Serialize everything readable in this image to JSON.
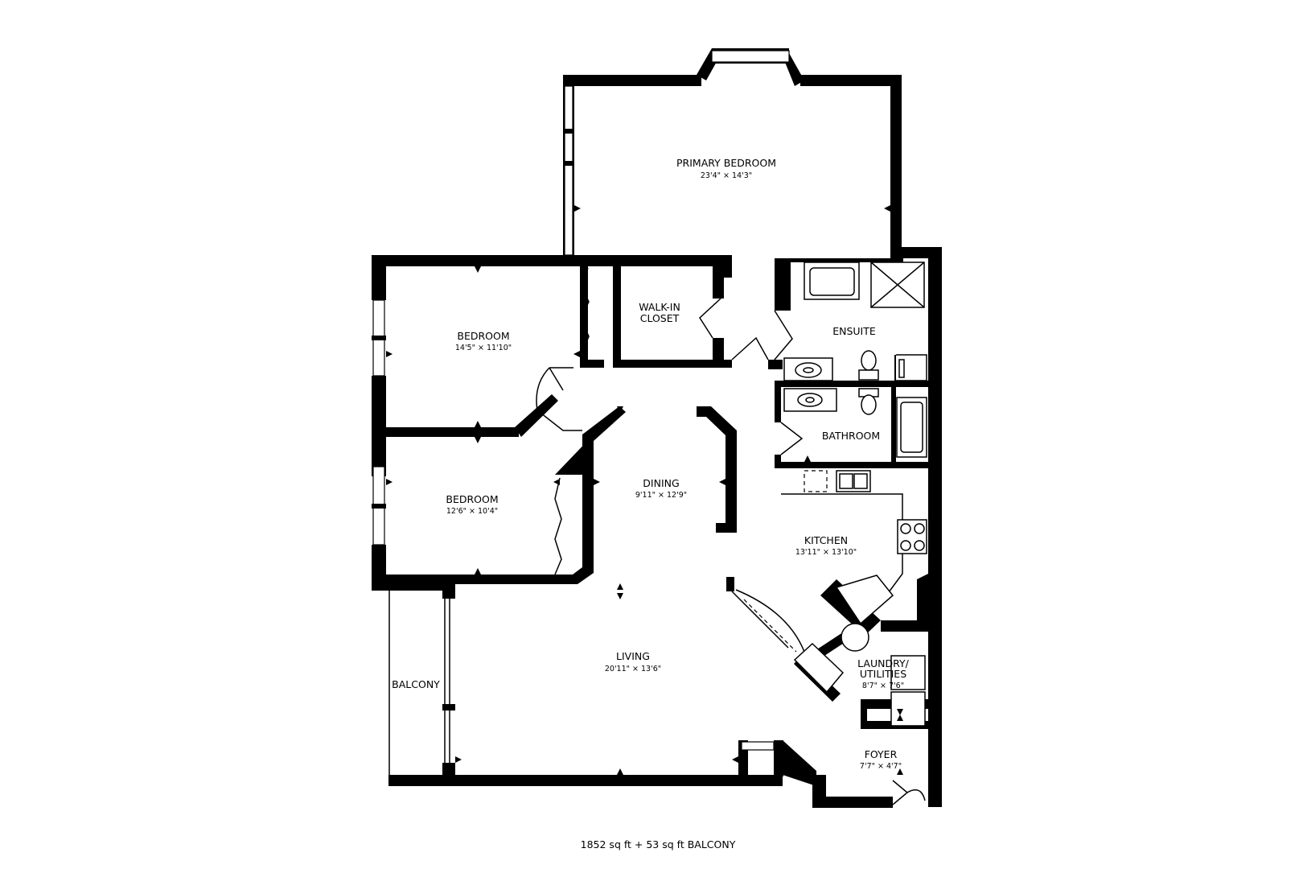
{
  "rooms": {
    "primary_bedroom": {
      "name": "PRIMARY BEDROOM",
      "dim": "23'4\" × 14'3\""
    },
    "walk_in_closet": {
      "name_line1": "WALK-IN",
      "name_line2": "CLOSET"
    },
    "bedroom_1": {
      "name": "BEDROOM",
      "dim": "14'5\" × 11'10\""
    },
    "bedroom_2": {
      "name": "BEDROOM",
      "dim": "12'6\" × 10'4\""
    },
    "ensuite": {
      "name": "ENSUITE"
    },
    "bathroom": {
      "name": "BATHROOM"
    },
    "dining": {
      "name": "DINING",
      "dim": "9'11\" × 12'9\""
    },
    "kitchen": {
      "name": "KITCHEN",
      "dim": "13'11\" × 13'10\""
    },
    "living": {
      "name": "LIVING",
      "dim": "20'11\" × 13'6\""
    },
    "balcony": {
      "name": "BALCONY"
    },
    "laundry": {
      "name_line1": "LAUNDRY/",
      "name_line2": "UTILITIES",
      "dim": "8'7\" × 7'6\""
    },
    "foyer": {
      "name": "FOYER",
      "dim": "7'7\" × 4'7\""
    }
  },
  "footer": {
    "area": "1852 sq ft + 53 sq ft BALCONY"
  }
}
